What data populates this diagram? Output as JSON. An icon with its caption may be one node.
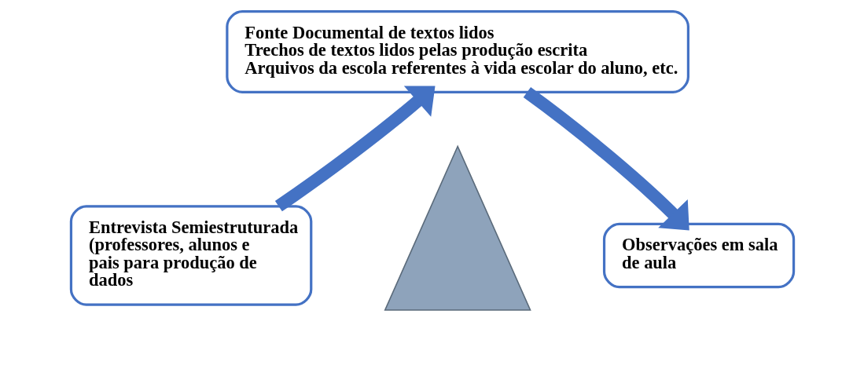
{
  "diagram": {
    "nodes": [
      {
        "text": [
          "Fonte Documental de textos lidos",
          "Trechos de textos lidos pelas produção escrita",
          "Arquivos da escola referentes à vida escolar do aluno, etc."
        ]
      },
      {
        "text": [
          "Entrevista Semiestruturada (professores, alunos e pais para produção de dados"
        ]
      },
      {
        "text": [],
        "shape": "triangle"
      },
      {
        "text": [
          "Observações em sala de aula"
        ]
      }
    ],
    "edges": [
      {
        "from": 1,
        "to": 0,
        "arrow": "to"
      },
      {
        "from": 0,
        "to": 3,
        "arrow": "to"
      }
    ]
  }
}
